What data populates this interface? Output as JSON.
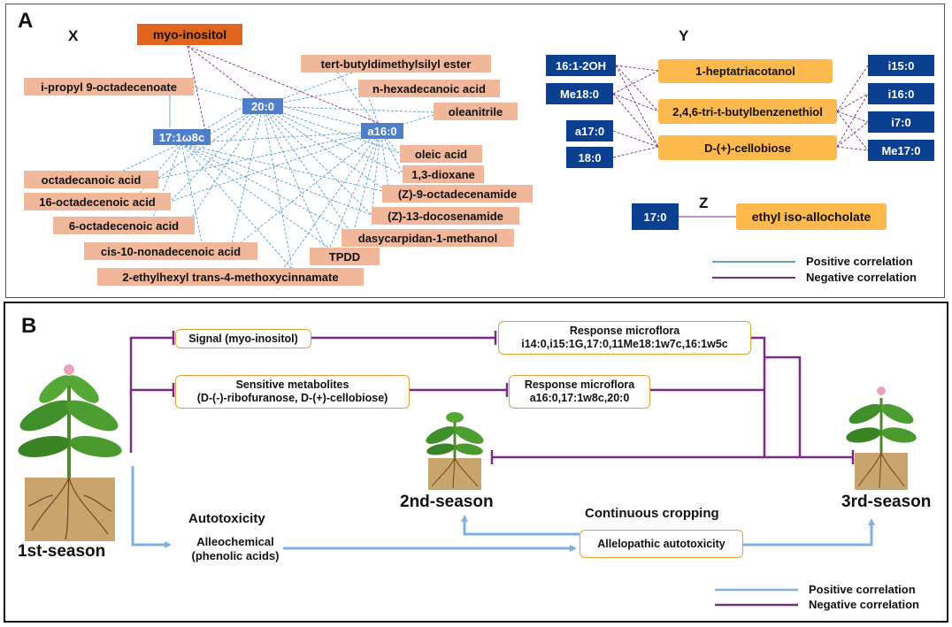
{
  "colors": {
    "positive": "#5a9bd5",
    "negative": "#7a2a86"
  },
  "panel_a": {
    "label": "A",
    "group_x": "X",
    "group_y": "Y",
    "group_z": "Z",
    "x_nodes": {
      "myo": "myo-inositol",
      "tbdms": "tert-butyldimethylsilyl ester",
      "ipropyl": "i-propyl 9-octadecenoate",
      "nhexa": "n-hexadecanoic acid",
      "n20": "20:0",
      "oleanitrile": "oleanitrile",
      "n17": "17:1ω8c",
      "a16": "a16:0",
      "oleic": "oleic acid",
      "dioxane": "1,3-dioxane",
      "octa": "octadecanoic acid",
      "z9": "(Z)-9-octadecenamide",
      "oct16": "16-octadecenoic acid",
      "z13": "(Z)-13-docosenamide",
      "oct6": "6-octadecenoic acid",
      "dasy": "dasycarpidan-1-methanol",
      "cis10": "cis-10-nonadecenoic acid",
      "tpdd": "TPDD",
      "ethyl": "2-ethylhexyl trans-4-methoxycinnamate"
    },
    "y_nodes": {
      "l1": "16:1-2OH",
      "l2": "Me18:0",
      "l3": "a17:0",
      "l4": "18:0",
      "m1": "1-heptatriacotanol",
      "m2": "2,4,6-tri-t-butylbenzenethiol",
      "m3": "D-(+)-cellobiose",
      "r1": "i15:0",
      "r2": "i16:0",
      "r3": "i7:0",
      "r4": "Me17:0"
    },
    "z_nodes": {
      "left": "17:0",
      "right": "ethyl iso-allocholate"
    },
    "legend": {
      "positive": "Positive correlation",
      "negative": "Negative correlation"
    }
  },
  "panel_b": {
    "label": "B",
    "signal": "Signal (myo-inositol)",
    "sensitive_title": "Sensitive metabolites",
    "sensitive_sub": "(D-(-)-ribofuranose, D-(+)-cellobiose)",
    "response1_title": "Response microflora",
    "response1_sub": "i14:0,i15:1G,17:0,11Me18:1w7c,16:1w5c",
    "response2_title": "Response microflora",
    "response2_sub": "a16:0,17:1w8c,20:0",
    "season1": "1st-season",
    "season2": "2nd-season",
    "season3": "3rd-season",
    "autotoxicity": "Autotoxicity",
    "allelochemical": "Alleochemical",
    "allelochemical_sub": "(phenolic acids)",
    "continuous": "Continuous cropping",
    "allelopathic": "Allelopathic autotoxicity",
    "legend": {
      "positive": "Positive correlation",
      "negative": "Negative correlation"
    }
  }
}
